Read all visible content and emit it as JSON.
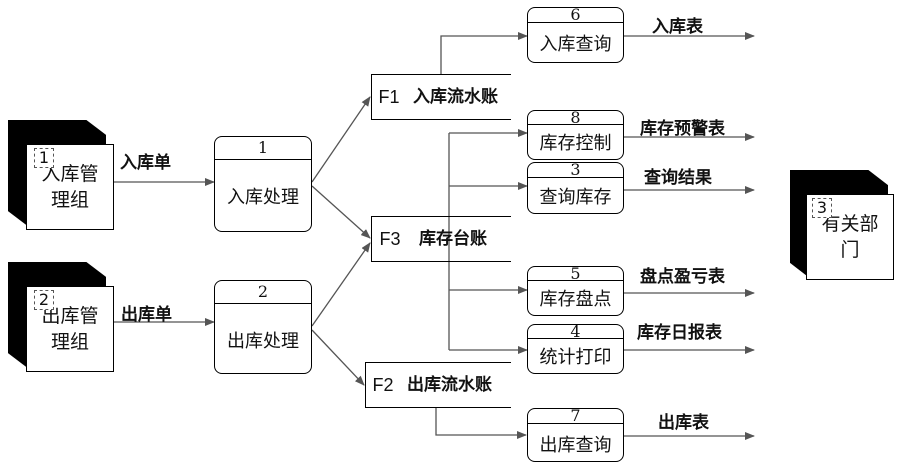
{
  "entities": [
    {
      "num": "1",
      "label": "入库管理组"
    },
    {
      "num": "2",
      "label": "出库管理组"
    },
    {
      "num": "3",
      "label": "有关部门"
    }
  ],
  "processes": [
    {
      "num": "1",
      "label": "入库处理"
    },
    {
      "num": "2",
      "label": "出库处理"
    },
    {
      "num": "6",
      "label": "入库查询"
    },
    {
      "num": "8",
      "label": "库存控制"
    },
    {
      "num": "3",
      "label": "查询库存"
    },
    {
      "num": "5",
      "label": "库存盘点"
    },
    {
      "num": "4",
      "label": "统计打印"
    },
    {
      "num": "7",
      "label": "出库查询"
    }
  ],
  "stores": [
    {
      "id": "F1",
      "label": "入库流水账"
    },
    {
      "id": "F3",
      "label": "库存台账"
    },
    {
      "id": "F2",
      "label": "出库流水账"
    }
  ],
  "flows": {
    "in_doc": "入库单",
    "out_doc": "出库单",
    "in_table": "入库表",
    "stock_warning": "库存预警表",
    "query_result": "查询结果",
    "inventory_report": "盘点盈亏表",
    "daily_report": "库存日报表",
    "out_table": "出库表"
  }
}
